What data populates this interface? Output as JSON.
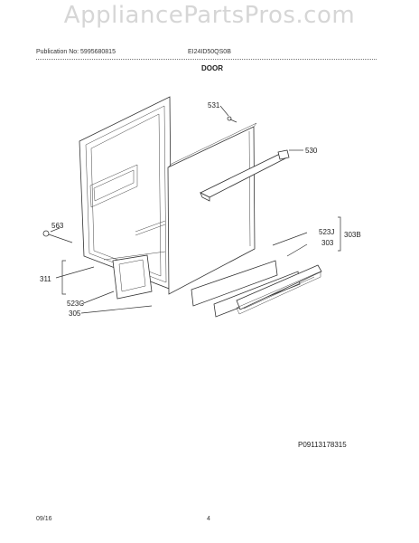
{
  "header": {
    "watermark": "AppliancePartsPros.com",
    "publication": "Publication No: 5995680815",
    "model": "EI24ID50QS0B",
    "section_title": "DOOR"
  },
  "callouts": {
    "c531": "531",
    "c530": "530",
    "c563": "563",
    "c523j": "523J",
    "c303": "303",
    "c303b": "303B",
    "c311": "311",
    "c523c": "523C",
    "c305": "305"
  },
  "figure_id": "P09113178315",
  "footer": {
    "date": "09/16",
    "page": "4"
  }
}
